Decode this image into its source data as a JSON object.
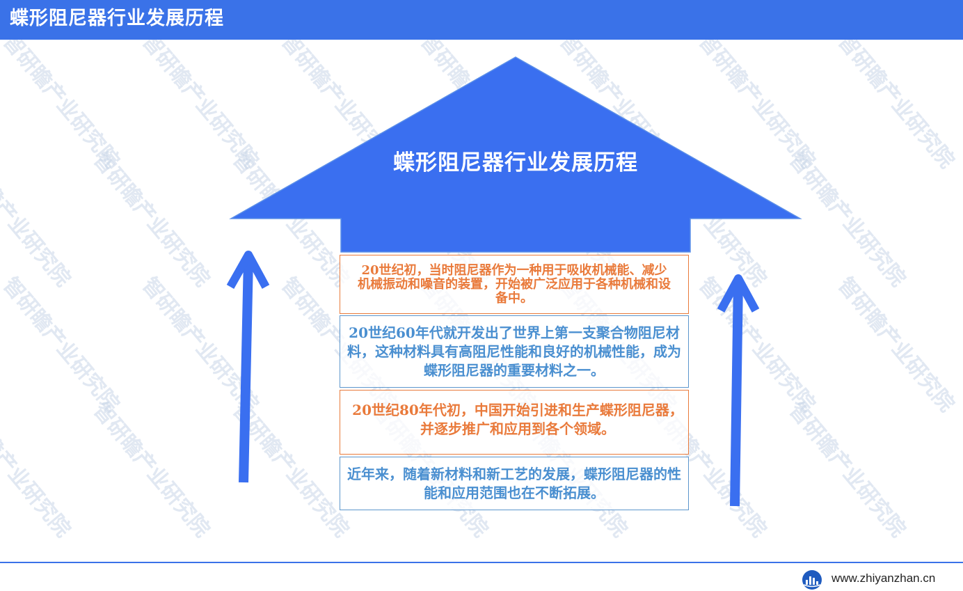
{
  "header": {
    "title": "蝶形阻尼器行业发展历程"
  },
  "diagram": {
    "title": "蝶形阻尼器行业发展历程",
    "stages": [
      {
        "text": "20世纪初，当时阻尼器作为一种用于吸收机械能、减少机械振动和噪音的装置，开始被广泛应用于各种机械和设备中。",
        "color": "#e97a3b"
      },
      {
        "text": "20世纪60年代就开发出了世界上第一支聚合物阻尼材料，这种材料具有高阻尼性能和良好的机械性能，成为蝶形阻尼器的重要材料之一。",
        "color": "#4a8fd0"
      },
      {
        "text": "20世纪80年代初，中国开始引进和生产蝶形阻尼器，并逐步推广和应用到各个领域。",
        "color": "#e97a3b"
      },
      {
        "text": "近年来，随着新材料和新工艺的发展，蝶形阻尼器的性能和应用范围也在不断拓展。",
        "color": "#4a8fd0"
      }
    ],
    "arrow_color": "#3a6ff0"
  },
  "watermark": {
    "text": "智研瞻产业研究院"
  },
  "footer": {
    "website": "www.zhiyanzhan.cn",
    "logo_icon": "globe-logo-icon"
  },
  "colors": {
    "brand_blue": "#3a72e8",
    "orange": "#e97a3b",
    "light_blue": "#4a8fd0"
  }
}
